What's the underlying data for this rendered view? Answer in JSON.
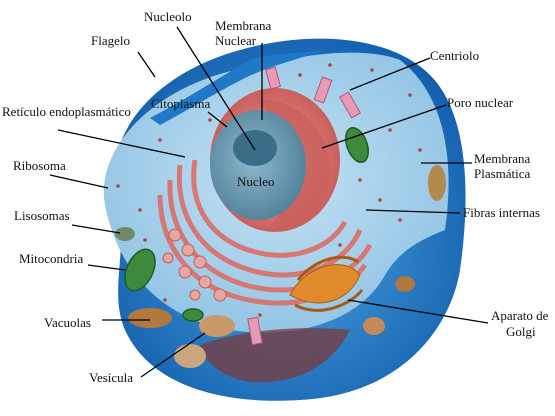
{
  "labels": {
    "flagelo": "Flagelo",
    "nucleolo": "Nucleolo",
    "membrana_nuclear_1": "Membrana",
    "membrana_nuclear_2": "Nuclear",
    "centriolo": "Centriolo",
    "reticulo": "Retículo endoplasmático",
    "citoplasma": "Citoplasma",
    "poro_nuclear": "Poro nuclear",
    "ribosoma": "Ribosoma",
    "nucleo": "Nucleo",
    "membrana_plasmatica_1": "Membrana",
    "membrana_plasmatica_2": "Plasmática",
    "lisosomas": "Lisosomas",
    "fibras_internas": "Fibras internas",
    "mitocondria": "Mitocondria",
    "vacuolas": "Vacuolas",
    "aparato_golgi_1": "Aparato de",
    "aparato_golgi_2": "Golgi",
    "vesicula": "Vesícula"
  },
  "colors": {
    "outer_membrane": "#1f78c8",
    "cytoplasm": "#a9d2ec",
    "nucleus": "#6f9fb8",
    "nuclear_envelope": "#d9736e",
    "reticulum": "#e4958f",
    "golgi": "#e08a2c",
    "mitochondria": "#3d8a3d",
    "leader_line": "#000000"
  }
}
